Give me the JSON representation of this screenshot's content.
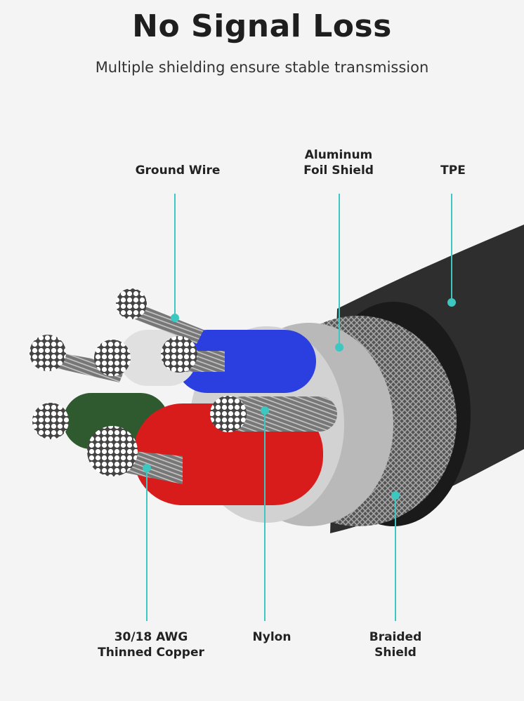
{
  "header": {
    "title": "No Signal Loss",
    "subtitle": "Multiple shielding ensure stable transmission"
  },
  "callouts": {
    "ground_wire": "Ground Wire",
    "aluminum_foil_line1": "Aluminum",
    "aluminum_foil_line2": "Foil Shield",
    "tpe": "TPE",
    "copper_line1": "30/18 AWG",
    "copper_line2": "Thinned Copper",
    "nylon": "Nylon",
    "braided_line1": "Braided",
    "braided_line2": "Shield"
  },
  "colors": {
    "accent": "#3cc8c0",
    "background": "#f4f4f4",
    "jacket": "#2a2a2a",
    "blue": "#2b3fe0",
    "red": "#d81c1c",
    "green": "#2f5a2f",
    "white": "#d8d8d8"
  }
}
